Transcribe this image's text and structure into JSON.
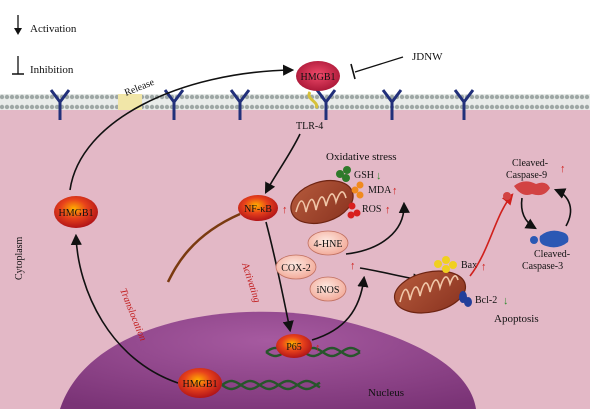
{
  "legend": {
    "activation": "Activation",
    "inhibition": "Inhibition"
  },
  "labels": {
    "release": "Release",
    "jdnw": "JDNW",
    "hmgb1_top": "HMGB1",
    "tlr4": "TLR-4",
    "cytoplasm": "Cytoplasm",
    "hmgb1_left": "HMGB1",
    "translocation": "Translocation",
    "activating": "Activating",
    "nfkb": "NF-κB",
    "oxidative_stress": "Oxidative stress",
    "gsh": "GSH",
    "mda": "MDA",
    "ros": "ROS",
    "hne": "4-HNE",
    "cox2": "COX-2",
    "inos": "iNOS",
    "p65": "P65",
    "nucleus": "Nucleus",
    "hmgb1_nucleus": "HMGB1",
    "bax": "Bax",
    "bcl2": "Bcl-2",
    "apoptosis": "Apoptosis",
    "cleaved_casp9_1": "Cleaved-",
    "cleaved_casp9_2": "Caspase-9",
    "cleaved_casp3_1": "Cleaved-",
    "cleaved_casp3_2": "Caspase-3"
  },
  "changes": {
    "up": "↑",
    "down": "↓"
  },
  "colors": {
    "cytoplasm": "#e3b8c6",
    "membrane_lipid": "#9fa8a6",
    "membrane_gap": "#f1e6a8",
    "receptor": "#22307a",
    "nucleus": "#8e4688",
    "hmgb1": "#c81e1e",
    "up_arrow": "#d0201c",
    "down_arrow": "#2e8b2e",
    "mitochondria": "#a0442c",
    "casp9": "#d24343",
    "casp3": "#2b58b4",
    "dna": "#27552b"
  },
  "icons": [
    "activation-arrow-icon",
    "inhibition-bar-icon",
    "receptor-icon",
    "mitochondrion-icon",
    "dna-helix-icon"
  ]
}
